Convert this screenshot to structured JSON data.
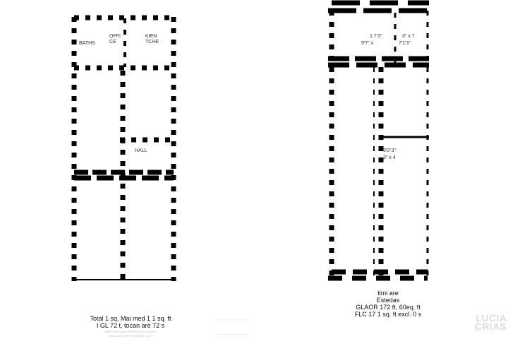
{
  "left_plan": {
    "rooms": {
      "office": "OFFI\nCE",
      "kitchen": "KIEN\nTCHE",
      "bath": "BATHS",
      "hall": "HALL"
    },
    "caption": {
      "line1": "Total 1 sq. Mai med 1 1 sq. ft",
      "line2": "I GL 72 t, tocan are 72 s",
      "fine1": "SIZES INCLUDE APPROX. ACTU UNITS",
      "fine2": "AND SIZES APPROXIMATE ONLY"
    }
  },
  "right_plan": {
    "dims": {
      "room1_a": "1:7'3\"",
      "room1_b": "9'7\" x",
      "room2_a": "3\" x 7",
      "room2_b": "7'1'3\"",
      "room3_a": "3'0\"3\"",
      "room3_b": "3\" x 4"
    },
    "caption": {
      "line1": "timi are",
      "line2": "Estedas",
      "line3": "GLAOR 172 ft, 60eq. ft",
      "line4": "FLC 17 1 sq. ft excl. 0 s"
    }
  },
  "logo": {
    "line1": "LUCIA",
    "line2": "CRIAS"
  }
}
